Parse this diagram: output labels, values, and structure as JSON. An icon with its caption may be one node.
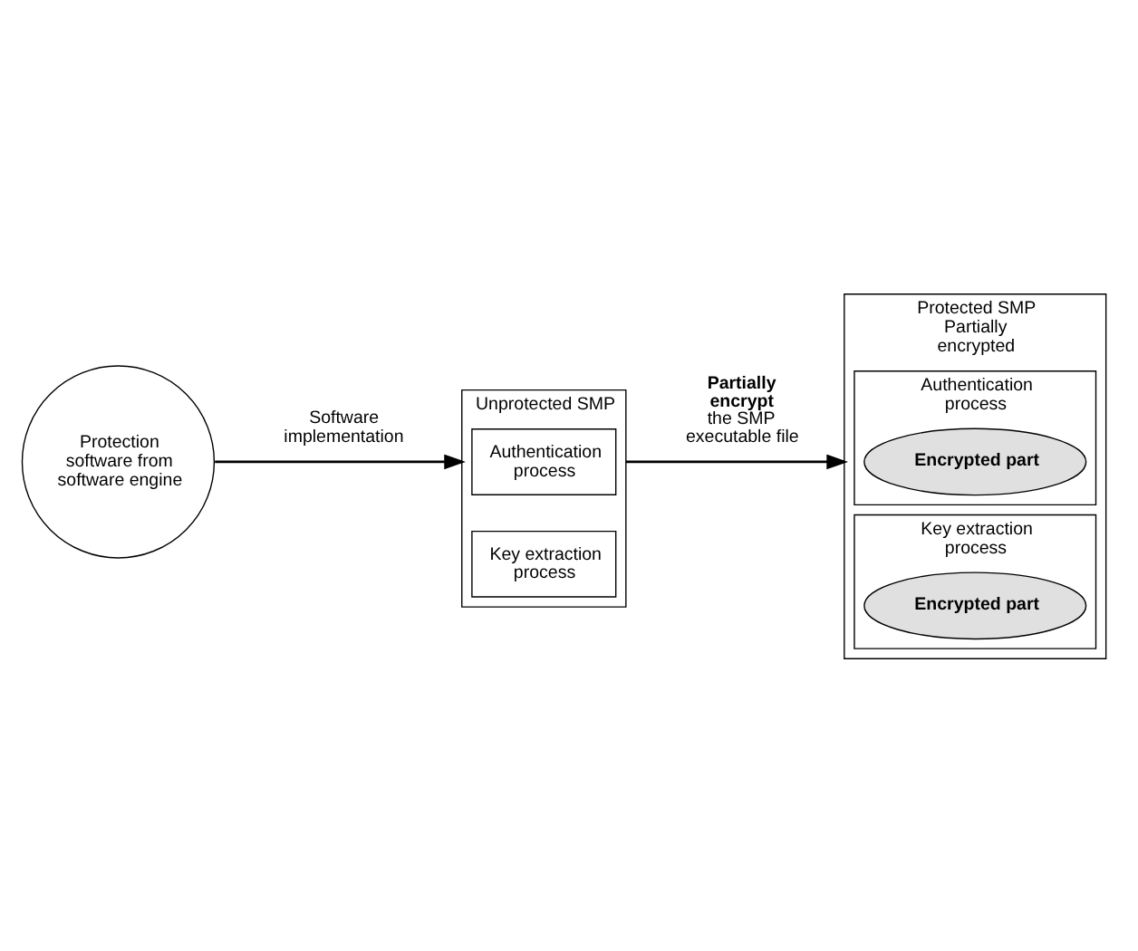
{
  "diagram": {
    "nodes": [
      {
        "text": [
          "Protection software from software engine"
        ]
      },
      {
        "text": [
          "Unprotected SMP"
        ]
      },
      {
        "text": [
          "Authentication process"
        ],
        "in": 1
      },
      {
        "text": [
          "Key extraction process"
        ],
        "in": 1
      },
      {
        "text": [
          "Protected SMP",
          "Partially encrypted"
        ]
      },
      {
        "text": [
          "Authentication process"
        ],
        "in": 4
      },
      {
        "text": [
          "Encrypted part"
        ],
        "in": 5
      },
      {
        "text": [
          "Key extraction process"
        ],
        "in": 4
      },
      {
        "text": [
          "Encrypted part"
        ],
        "in": 7
      }
    ],
    "edges": [
      {
        "from": 0,
        "to": 1,
        "arrow": "to",
        "label": "Software implementation"
      },
      {
        "from": 1,
        "to": 4,
        "arrow": "to",
        "label": "**Partially encrypt** the SMP executable file"
      }
    ]
  }
}
